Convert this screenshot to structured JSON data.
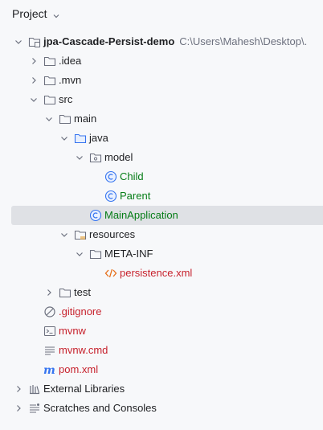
{
  "header": {
    "title": "Project"
  },
  "tree": [
    {
      "id": "root",
      "label": "jpa-Cascade-Persist-demo",
      "path": "C:\\Users\\Mahesh\\Desktop\\.",
      "depth": 0,
      "expanded": true,
      "icon": "module-folder-icon",
      "style": "bold",
      "color": ""
    },
    {
      "id": "idea",
      "label": ".idea",
      "depth": 1,
      "expanded": false,
      "icon": "folder-icon",
      "color": ""
    },
    {
      "id": "mvn",
      "label": ".mvn",
      "depth": 1,
      "expanded": false,
      "icon": "folder-icon",
      "color": ""
    },
    {
      "id": "src",
      "label": "src",
      "depth": 1,
      "expanded": true,
      "icon": "folder-icon",
      "color": ""
    },
    {
      "id": "main",
      "label": "main",
      "depth": 2,
      "expanded": true,
      "icon": "folder-icon",
      "color": ""
    },
    {
      "id": "java",
      "label": "java",
      "depth": 3,
      "expanded": true,
      "icon": "source-folder-icon",
      "color": ""
    },
    {
      "id": "model",
      "label": "model",
      "depth": 4,
      "expanded": true,
      "icon": "package-icon",
      "color": ""
    },
    {
      "id": "child",
      "label": "Child",
      "depth": 5,
      "icon": "class-icon",
      "color": "green"
    },
    {
      "id": "parent",
      "label": "Parent",
      "depth": 5,
      "icon": "class-icon",
      "color": "green"
    },
    {
      "id": "mainapp",
      "label": "MainApplication",
      "depth": 4,
      "icon": "class-icon",
      "color": "green",
      "selected": true
    },
    {
      "id": "resources",
      "label": "resources",
      "depth": 3,
      "expanded": true,
      "icon": "resources-folder-icon",
      "color": ""
    },
    {
      "id": "metainf",
      "label": "META-INF",
      "depth": 4,
      "expanded": true,
      "icon": "folder-icon",
      "color": ""
    },
    {
      "id": "persistence",
      "label": "persistence.xml",
      "depth": 5,
      "icon": "xml-icon",
      "color": "red"
    },
    {
      "id": "test",
      "label": "test",
      "depth": 2,
      "expanded": false,
      "icon": "folder-icon",
      "color": ""
    },
    {
      "id": "gitignore",
      "label": ".gitignore",
      "depth": 1,
      "icon": "ignore-icon",
      "color": "red"
    },
    {
      "id": "mvnw",
      "label": "mvnw",
      "depth": 1,
      "icon": "terminal-icon",
      "color": "red"
    },
    {
      "id": "mvnwcmd",
      "label": "mvnw.cmd",
      "depth": 1,
      "icon": "text-file-icon",
      "color": "red"
    },
    {
      "id": "pom",
      "label": "pom.xml",
      "depth": 1,
      "icon": "maven-icon",
      "color": "red"
    },
    {
      "id": "extlibs",
      "label": "External Libraries",
      "depth": 0,
      "expanded": false,
      "icon": "libraries-icon",
      "color": ""
    },
    {
      "id": "scratches",
      "label": "Scratches and Consoles",
      "depth": 0,
      "expanded": false,
      "icon": "scratches-icon",
      "color": ""
    }
  ],
  "colors": {
    "accent": "#3574f0",
    "class_icon": "#3574f0",
    "folder_stroke": "#6c707e",
    "xml_icon": "#e66d17",
    "maven_icon": "#3574f0",
    "selected_row": "#dfe1e5",
    "modified_red": "#c7222d",
    "added_green": "#067d17"
  }
}
